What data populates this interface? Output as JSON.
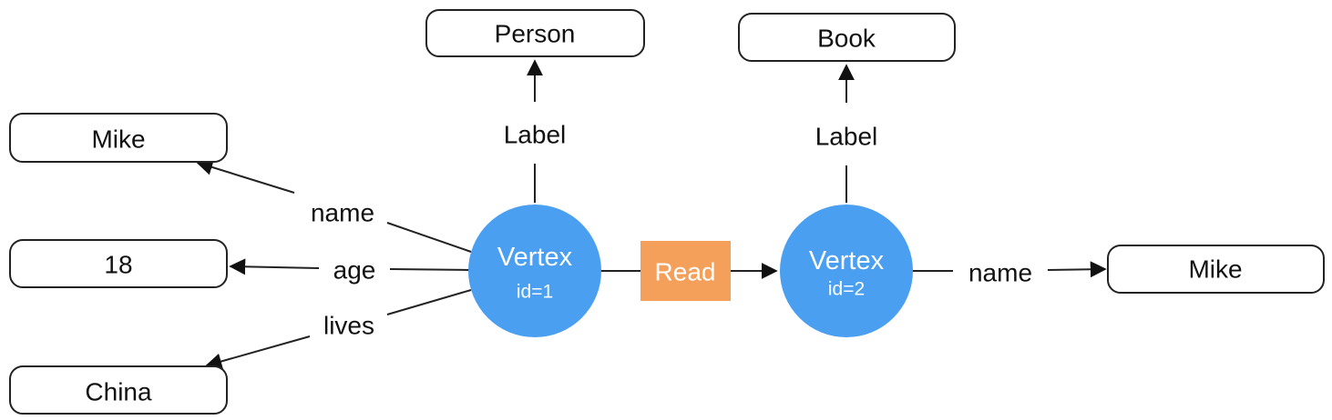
{
  "nodes": {
    "person": "Person",
    "book": "Book",
    "mike_left": "Mike",
    "age_value": "18",
    "china": "China",
    "mike_right": "Mike"
  },
  "vertices": [
    {
      "title": "Vertex",
      "id_text": "id=1"
    },
    {
      "title": "Vertex",
      "id_text": "id=2"
    }
  ],
  "edges": {
    "label_1": "Label",
    "label_2": "Label",
    "name_1": "name",
    "age": "age",
    "lives": "lives",
    "read": "Read",
    "name_2": "name"
  },
  "colors": {
    "vertex_fill": "#4a9ff0",
    "read_fill": "#f5a05a",
    "line": "#222222",
    "box_stroke": "#222222"
  }
}
